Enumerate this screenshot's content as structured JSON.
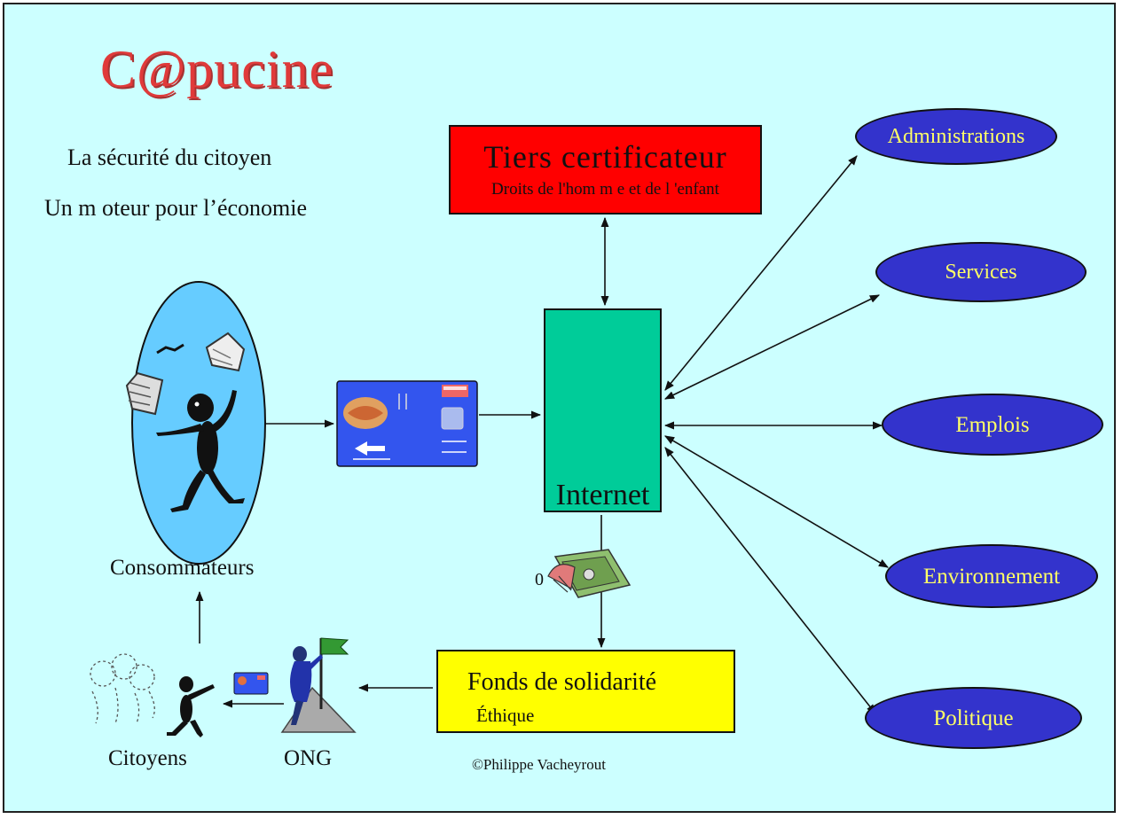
{
  "title": "C@pucine",
  "subtitle1": "La sécurité du citoyen",
  "subtitle2": "Un m oteur pour l’économie",
  "tiers": {
    "title": "Tiers certificateur",
    "subtitle": "Droits de l'hom m e et de l 'enfant"
  },
  "internet": {
    "label": "Internet"
  },
  "fonds": {
    "title": "Fonds de solidarité",
    "subtitle": "Éthique"
  },
  "consumers_label": "Consommateurs",
  "citoyens_label": "Citoyens",
  "ong_label": "ONG",
  "copyright": "©Philippe Vacheyrout",
  "zero_label": "0",
  "destinations": [
    {
      "label": "Administrations"
    },
    {
      "label": "Services"
    },
    {
      "label": "Emplois"
    },
    {
      "label": "Environnement"
    },
    {
      "label": "Politique"
    }
  ],
  "colors": {
    "background": "#ccffff",
    "tiers": "#ff0000",
    "internet": "#00cc99",
    "fonds": "#ffff00",
    "ellipse_fill": "#3333cc",
    "ellipse_text": "#ffff66",
    "title": "#e03a3a"
  }
}
